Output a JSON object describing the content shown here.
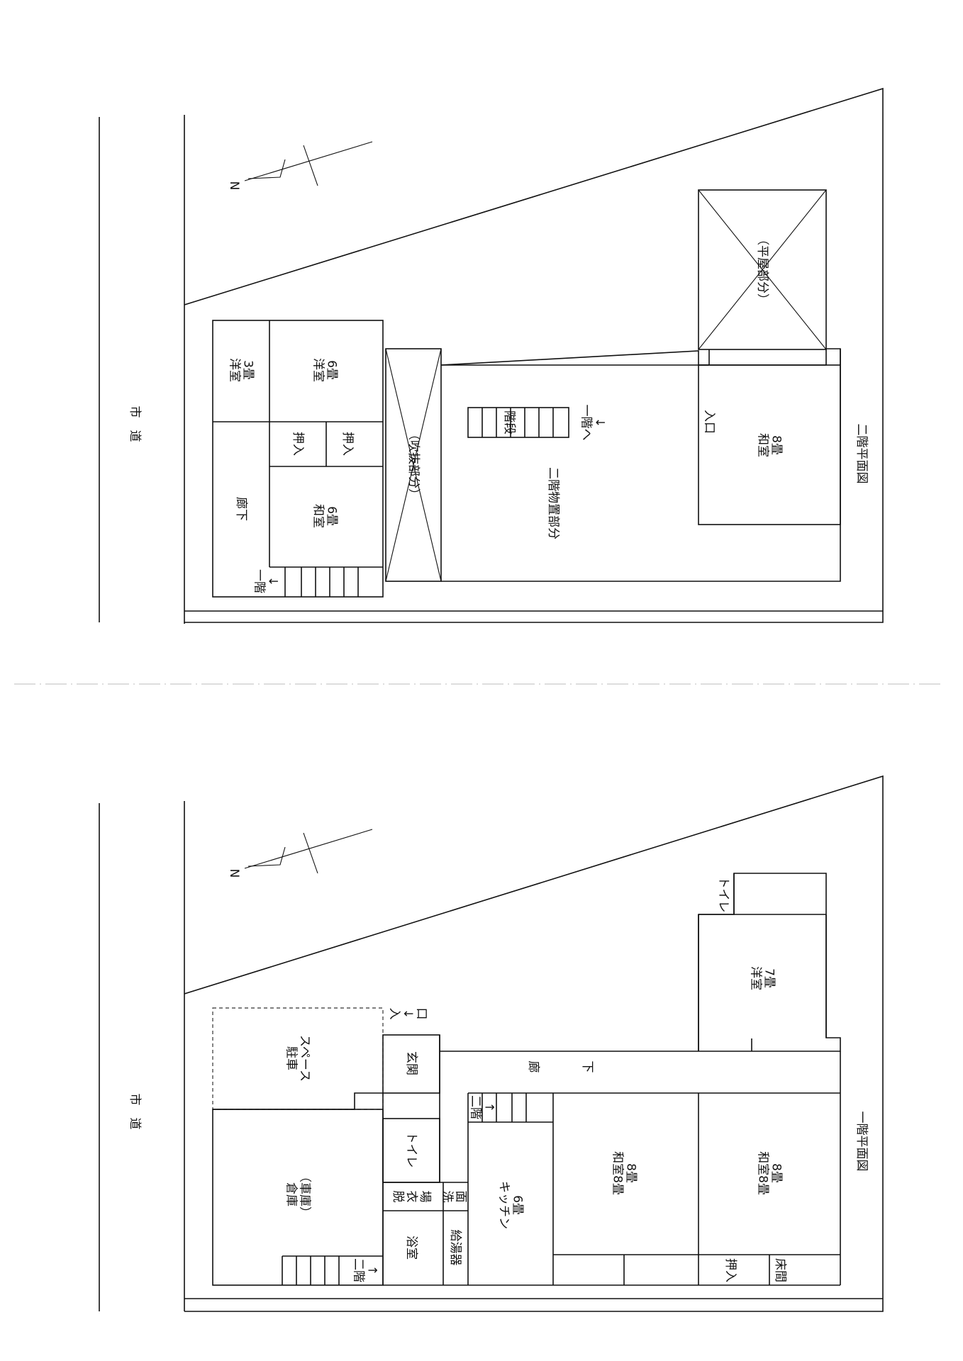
{
  "road": {
    "top": "市　道",
    "bottom": "市　道"
  },
  "compass": {
    "top": "N",
    "bottom": "N"
  },
  "floor2": {
    "caption": "二階平面図",
    "rooms": {
      "yoshitsu3": "洋室\n3畳",
      "yoshitsu6": "洋室\n6畳",
      "oshiire_a": "押入",
      "oshiire_b": "押入",
      "washitsu6": "和室\n6畳",
      "roka": "廊下",
      "stair_left": "一階\n↓",
      "fukinuke": "（吹抜部分）",
      "storage": "二階物置部分",
      "stair_center": "階段",
      "stair_center_note": "一階へ\n↓",
      "entrance": "入口",
      "washitsu8": "和室\n8畳",
      "hiraya": "（平屋部分）"
    }
  },
  "floor1": {
    "caption": "一階平面図",
    "rooms": {
      "parking": "駐車\nスペース",
      "entrance_note": "入\n↓\n口",
      "genkan": "玄関",
      "roka": "廊\n\n\n\n下",
      "yoshitsu7": "洋室\n7畳",
      "toilet_top": "トイレ",
      "souko": "倉庫\n（車庫）",
      "toilet": "トイレ",
      "datsuijo": "脱\n衣\n場",
      "senmen": "洗\n面",
      "yokushitsu": "浴室",
      "kyutoki": "給湯器",
      "stair_left": "二階\n↑",
      "stair_center": "二階\n↑",
      "kitchen": "キッチン\n6畳",
      "washitsu8a": "和室8畳\n8畳",
      "washitsu8b": "和室8畳\n8畳",
      "oshiire": "押入",
      "tokonoma": "床間"
    }
  }
}
